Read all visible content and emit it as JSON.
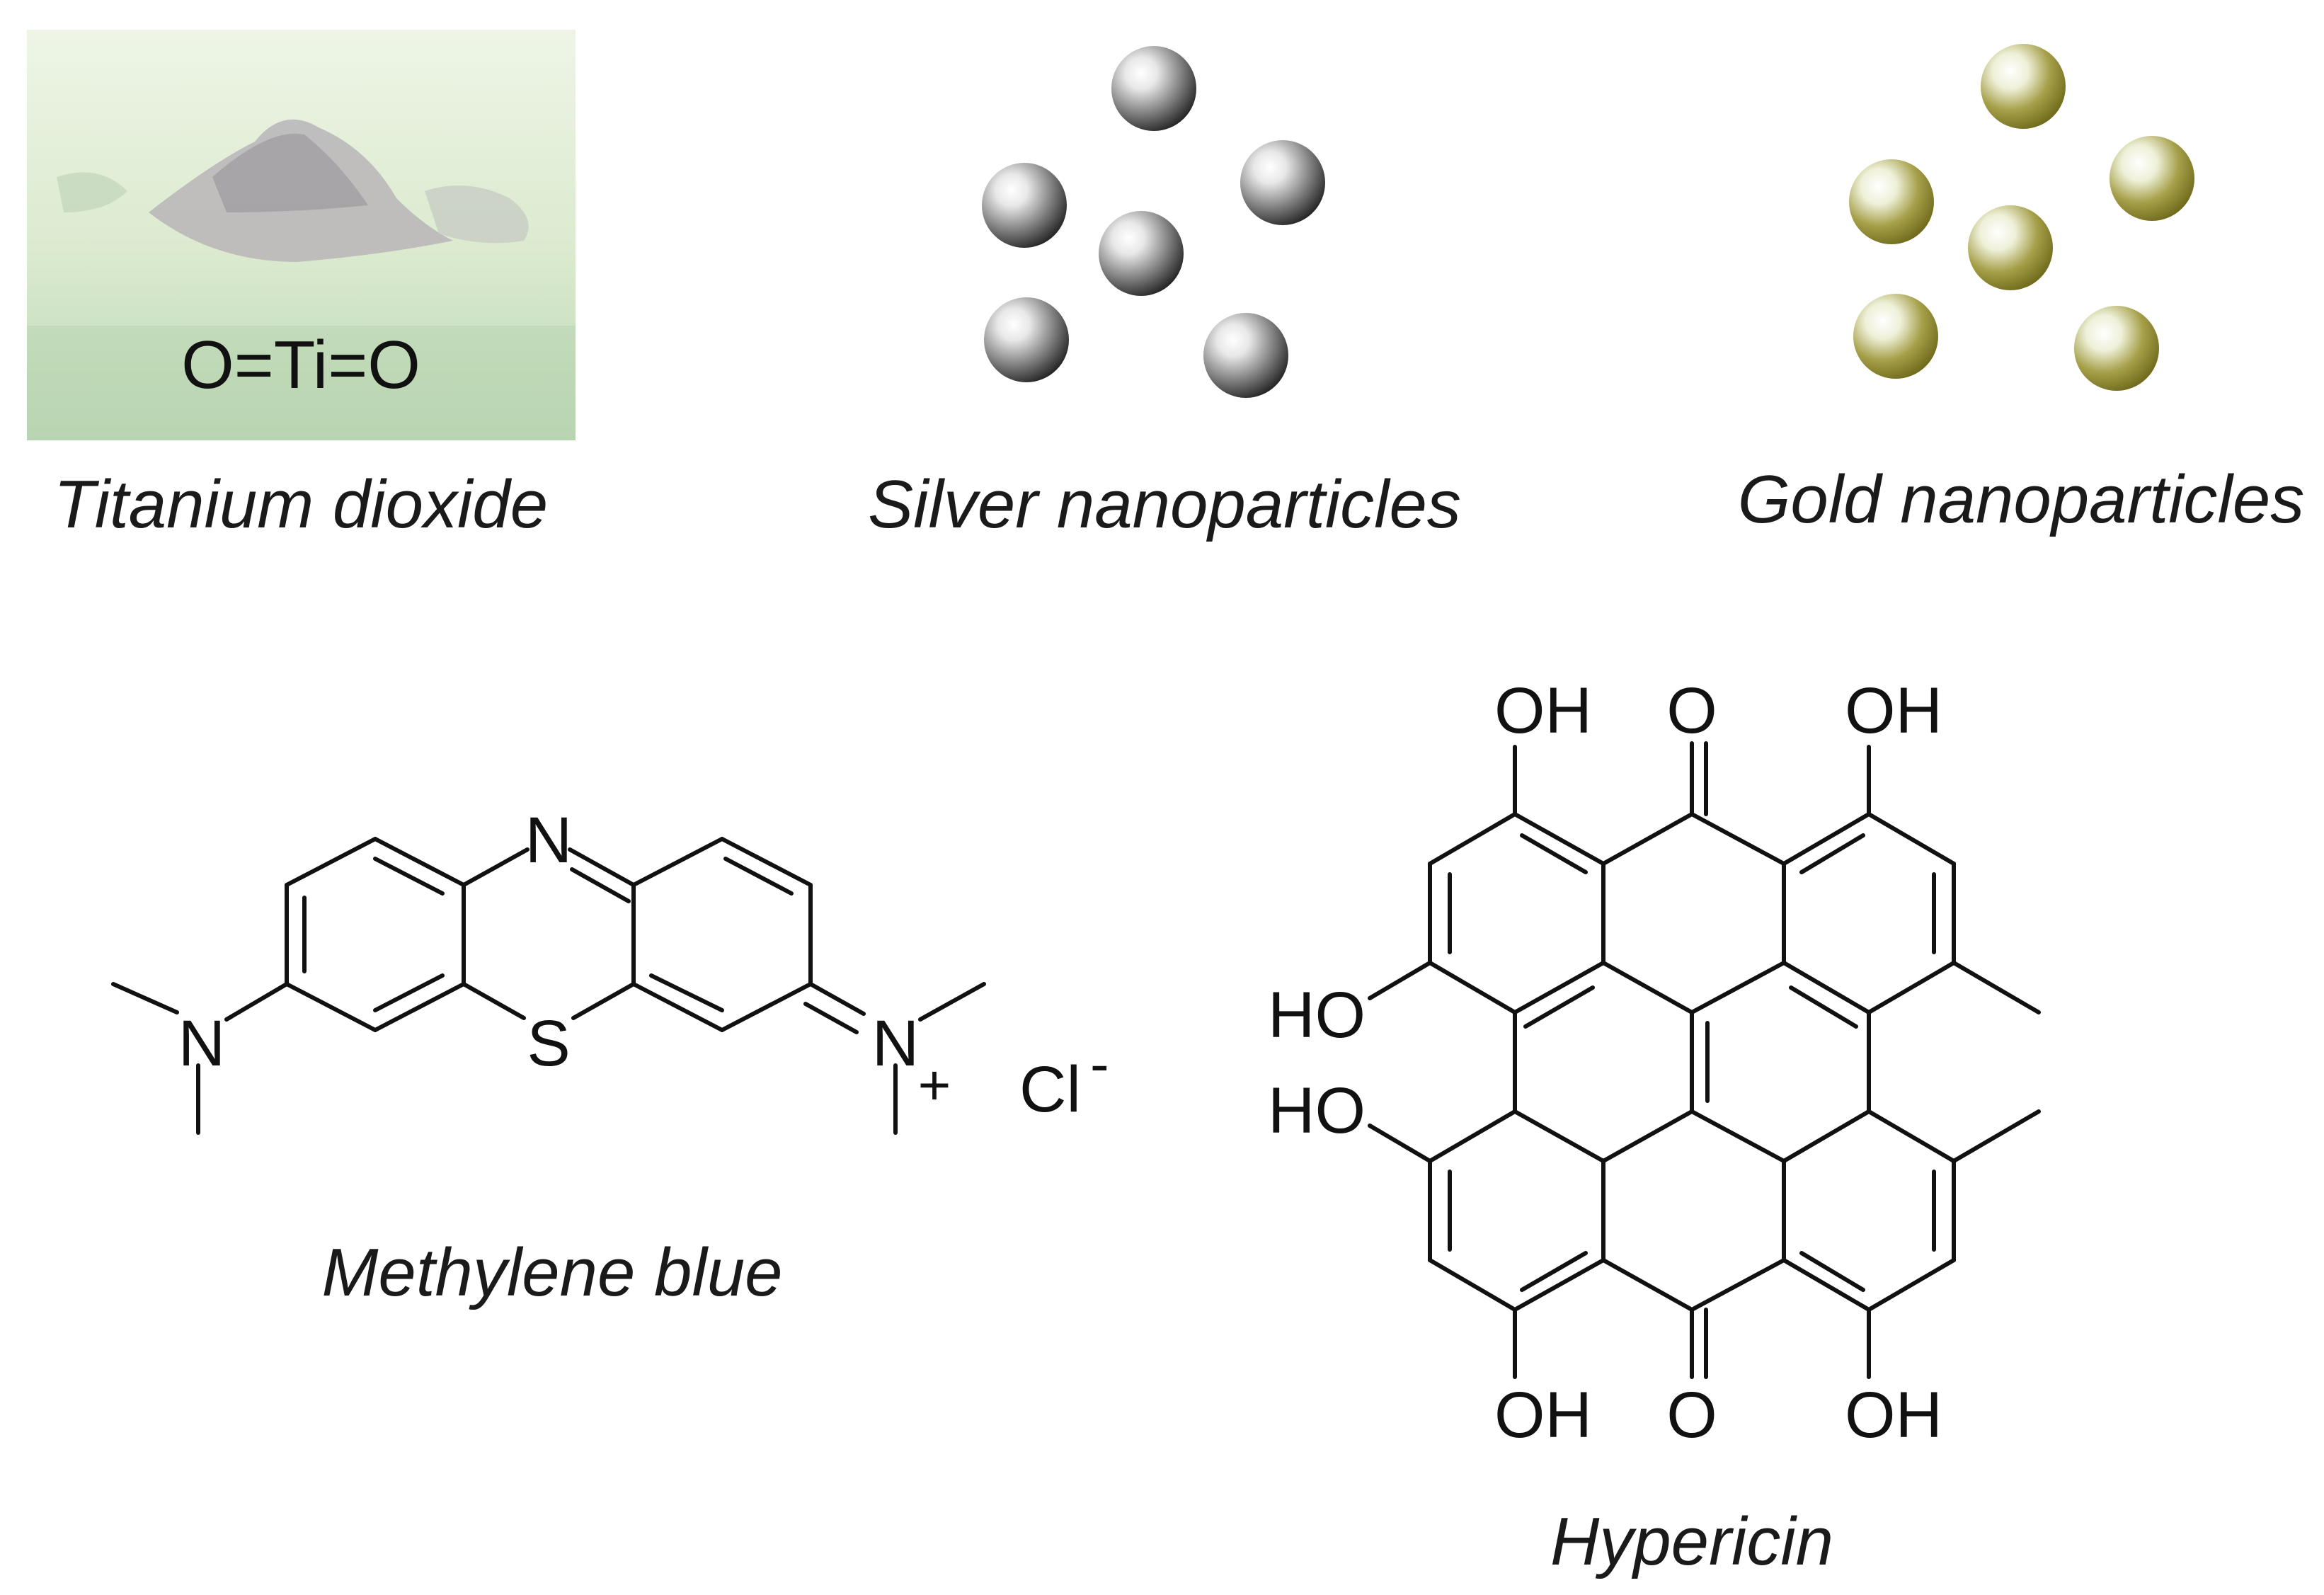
{
  "panels": {
    "tio2": {
      "formula": "O=Ti=O",
      "caption": "Titanium dioxide",
      "background_color": "#cfe3c8"
    },
    "silver": {
      "caption": "Silver nanoparticles",
      "particle_color": "#9a9a9a",
      "particle_count": 6
    },
    "gold": {
      "caption": "Gold nanoparticles",
      "particle_color": "#8f8a2a",
      "particle_count": 6
    },
    "methylene_blue": {
      "caption": "Methylene blue",
      "atoms": {
        "ring_n": "N",
        "ring_s": "S",
        "left_n": "N",
        "right_n": "N",
        "charge": "+",
        "counterion": "Cl",
        "counterion_charge": "-"
      }
    },
    "hypericin": {
      "caption": "Hypericin",
      "labels": {
        "oh_top_left": "OH",
        "o_top": "O",
        "oh_top_right": "OH",
        "ho_mid_upper": "HO",
        "ho_mid_lower": "HO",
        "oh_bottom_left": "OH",
        "o_bottom": "O",
        "oh_bottom_right": "OH"
      }
    }
  }
}
